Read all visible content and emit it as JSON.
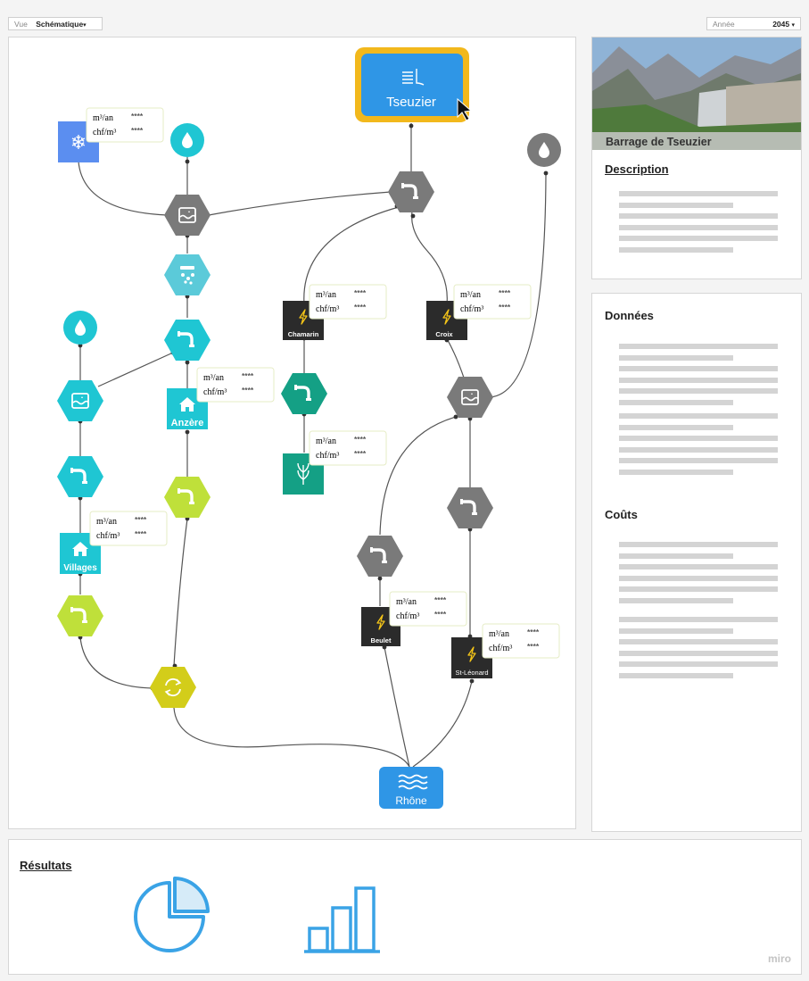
{
  "top": {
    "view_label": "Vue",
    "view_value": "Schématique",
    "year_label": "Année",
    "year_value": "2045"
  },
  "diagram": {
    "dam": "Tseuzier",
    "river": "Rhône",
    "plants": [
      "Chamarin",
      "Croix",
      "Beulet",
      "St-Léonard"
    ],
    "towns": [
      "Anzère",
      "Villages"
    ],
    "metric_units": [
      "m³/an",
      "chf/m³"
    ],
    "metric_placeholder": "****"
  },
  "sidebar": {
    "photo_caption": "Barrage de Tseuzier",
    "description_title": "Description",
    "data_title": "Données",
    "costs_title": "Coûts"
  },
  "results": {
    "title": "Résultats"
  },
  "branding": {
    "watermark": "miro"
  },
  "colors": {
    "dam_blue": "#2f96e6",
    "dam_border": "#f2b81c",
    "teal": "#1fc6d3",
    "light_teal": "#5bcad9",
    "green_teal": "#14a085",
    "lime": "#bfe03a",
    "yellow_green": "#d3cd1a",
    "grey": "#7a7a7a",
    "dark": "#2b2b2b",
    "chart_blue": "#3aa3e6"
  }
}
